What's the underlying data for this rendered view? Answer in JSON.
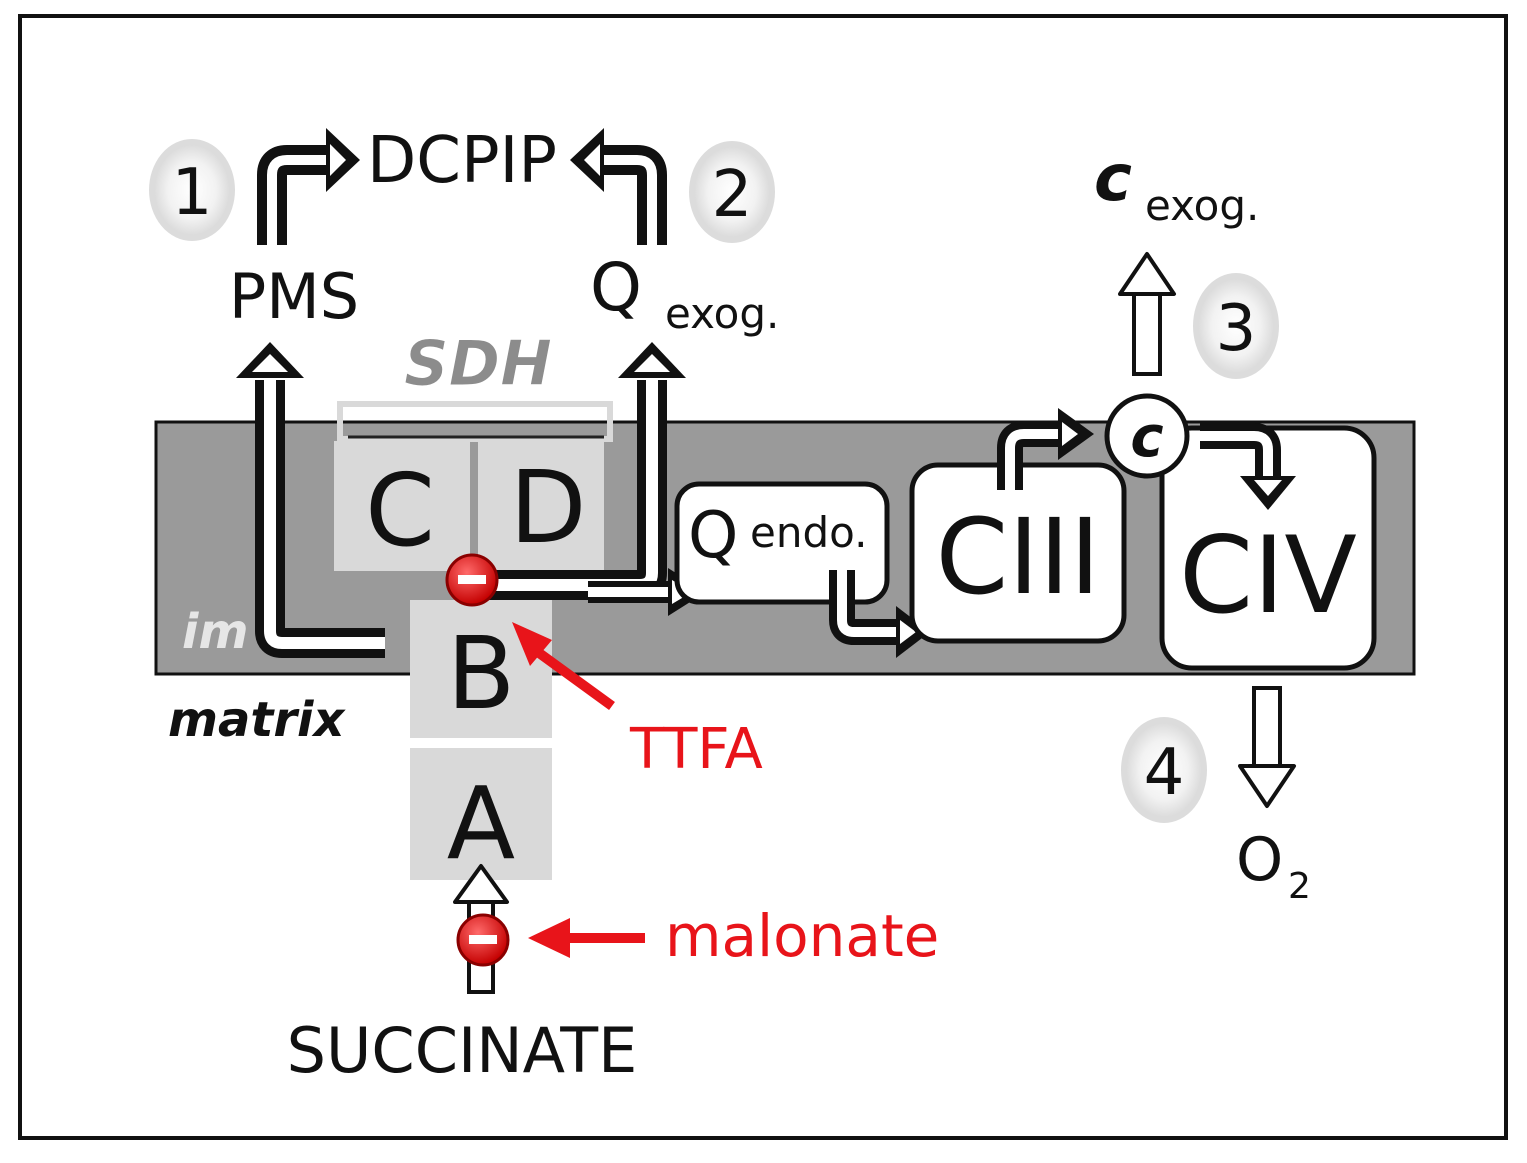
{
  "labels": {
    "dcpip": "DCPIP",
    "pms": "PMS",
    "q_exog_main": "Q",
    "q_exog_sub": "exog.",
    "c_exog_main": "c",
    "c_exog_sub": "exog.",
    "sdh": "SDH",
    "subunit_c": "C",
    "subunit_d": "D",
    "subunit_b": "B",
    "subunit_a": "A",
    "q_endo_main": "Q",
    "q_endo_sub": "endo.",
    "ciii": "CIII",
    "civ": "CIV",
    "cyt_c": "c",
    "im": "im",
    "matrix": "matrix",
    "ttfa": "TTFA",
    "malonate": "malonate",
    "succinate": "SUCCINATE",
    "o2_main": "O",
    "o2_sub": "2"
  },
  "steps": [
    "1",
    "2",
    "3",
    "4"
  ],
  "colors": {
    "membrane": "#9a9a9a",
    "subunit": "#d9d9d9",
    "inhibitor": "#e8141a",
    "sdh_label": "#8c8c8c",
    "step_badge": "#e6e6e6"
  }
}
